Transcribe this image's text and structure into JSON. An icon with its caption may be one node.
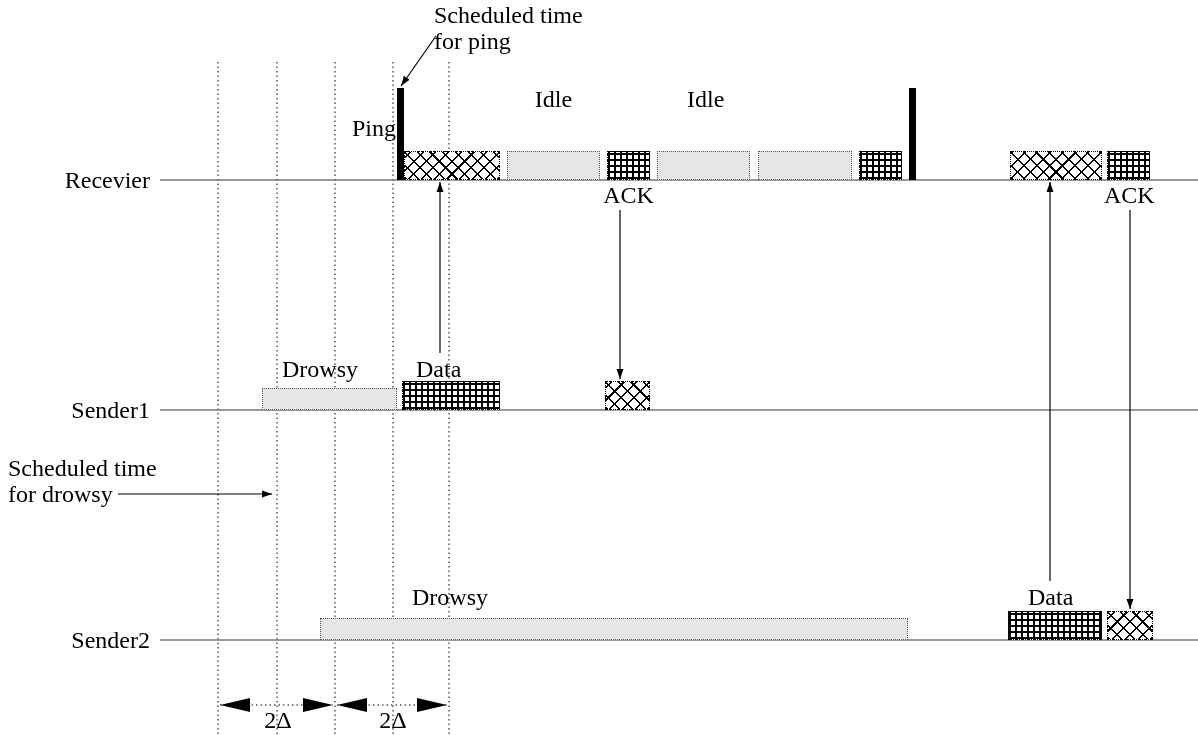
{
  "diagram": {
    "nodes": [
      {
        "text": [
          "Scheduled time for ping"
        ]
      },
      {
        "text": [
          "Ping"
        ]
      },
      {
        "text": [],
        "shape": "box"
      },
      {
        "text": [
          "Idle"
        ]
      },
      {
        "text": [
          "ACK"
        ]
      },
      {
        "text": [
          "Idle"
        ]
      },
      {
        "text": [],
        "shape": "box"
      },
      {
        "text": [],
        "shape": "box"
      },
      {
        "text": [],
        "shape": "bar"
      },
      {
        "text": [],
        "shape": "box"
      },
      {
        "text": [
          "ACK"
        ]
      },
      {
        "text": [
          "Drowsy"
        ]
      },
      {
        "text": [
          "Data"
        ]
      },
      {
        "text": [],
        "shape": "box"
      },
      {
        "text": [
          "Scheduled time for drowsy"
        ]
      },
      {
        "text": [
          "Drowsy"
        ]
      },
      {
        "text": [
          "Data"
        ]
      },
      {
        "text": [],
        "shape": "box"
      }
    ],
    "edges": [
      {
        "from": 0,
        "to": 1,
        "arrow": "to"
      },
      {
        "from": 12,
        "to": 2,
        "arrow": "to"
      },
      {
        "from": 4,
        "to": 13,
        "arrow": "to"
      },
      {
        "from": 16,
        "to": 9,
        "arrow": "to"
      },
      {
        "from": 10,
        "to": 17,
        "arrow": "to"
      },
      {
        "from": 14,
        "to": null,
        "arrow": "to"
      }
    ],
    "labels": [
      "Recevier",
      "Sender1",
      "Sender2",
      "2Δ",
      "2Δ"
    ]
  }
}
